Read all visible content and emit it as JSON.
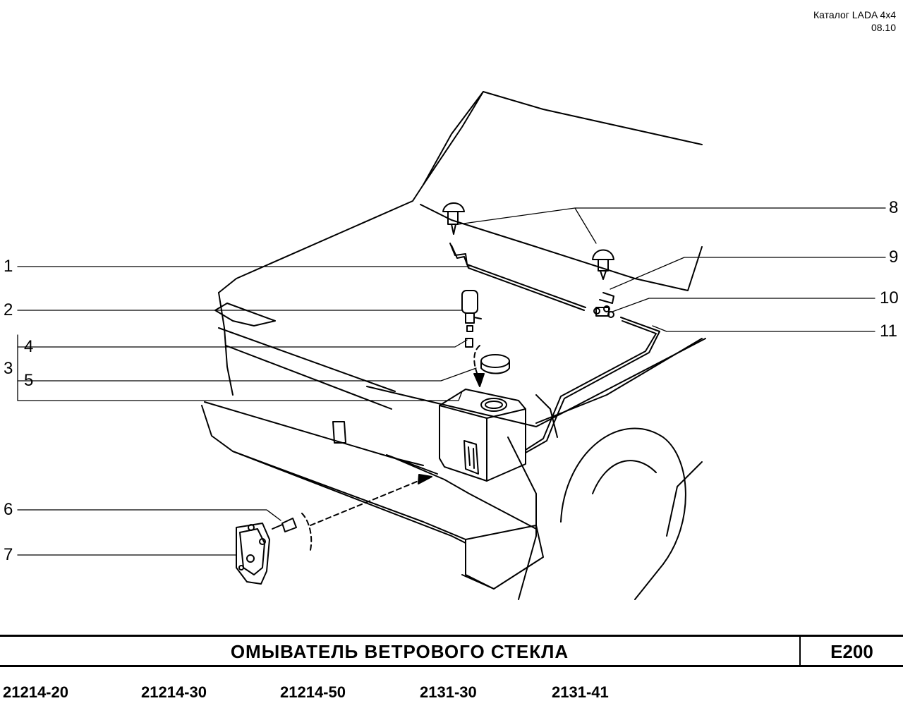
{
  "header": {
    "catalog": "Каталог  LADA  4x4",
    "date": "08.10"
  },
  "callouts": [
    "1",
    "2",
    "3",
    "4",
    "5",
    "6",
    "7",
    "8",
    "9",
    "10",
    "11"
  ],
  "footer": {
    "title": "ОМЫВАТЕЛЬ   ВЕТРОВОГО   СТЕКЛА",
    "code": "E200",
    "models": [
      "21214-20",
      "21214-30",
      "21214-50",
      "2131-30",
      "2131-41"
    ]
  }
}
